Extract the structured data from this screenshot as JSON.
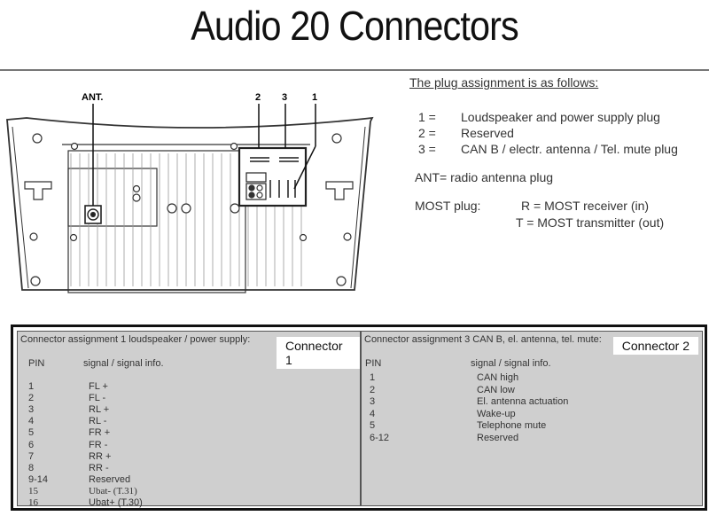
{
  "title": "Audio 20 Connectors",
  "diagram": {
    "labels": {
      "ant": "ANT.",
      "plug2": "2",
      "plug3": "3",
      "plug1": "1"
    }
  },
  "legend": {
    "header": "The plug assignment is as follows:",
    "plugs": [
      {
        "key": "1 =",
        "value": "Loudspeaker and power supply plug"
      },
      {
        "key": "2 =",
        "value": "Reserved"
      },
      {
        "key": "3 =",
        "value": "CAN B / electr. antenna / Tel. mute plug"
      }
    ],
    "ant": "ANT= radio antenna plug",
    "most_label": "MOST plug:",
    "most_r": "R = MOST receiver (in)",
    "most_t": "T = MOST transmitter (out)"
  },
  "connector1": {
    "caption": "Connector assignment 1 loudspeaker / power supply:",
    "label": "Connector  1",
    "col_pin": "PIN",
    "col_signal": "signal / signal info.",
    "rows": [
      {
        "pin": "1",
        "signal": "FL +"
      },
      {
        "pin": "2",
        "signal": "FL -"
      },
      {
        "pin": "3",
        "signal": "RL +"
      },
      {
        "pin": "4",
        "signal": "RL -"
      },
      {
        "pin": "5",
        "signal": "FR  +"
      },
      {
        "pin": "6",
        "signal": "FR  -"
      },
      {
        "pin": "7",
        "signal": "RR  +"
      },
      {
        "pin": "8",
        "signal": "RR  -"
      },
      {
        "pin": "9-14",
        "signal": "Reserved"
      },
      {
        "pin": "15",
        "signal": "Ubat-  (T.31)"
      },
      {
        "pin": "16",
        "signal": "Ubat+ (T.30)"
      }
    ]
  },
  "connector2": {
    "caption": "Connector assignment 3 CAN B, el. antenna, tel. mute:",
    "label": "Connector  2",
    "col_pin": "PIN",
    "col_signal": "signal / signal info.",
    "rows": [
      {
        "pin": "1",
        "signal": "CAN high"
      },
      {
        "pin": "2",
        "signal": "CAN low"
      },
      {
        "pin": "3",
        "signal": "El. antenna actuation"
      },
      {
        "pin": "4",
        "signal": "Wake-up"
      },
      {
        "pin": "5",
        "signal": "Telephone mute"
      },
      {
        "pin": "6-12",
        "signal": "Reserved"
      }
    ]
  }
}
